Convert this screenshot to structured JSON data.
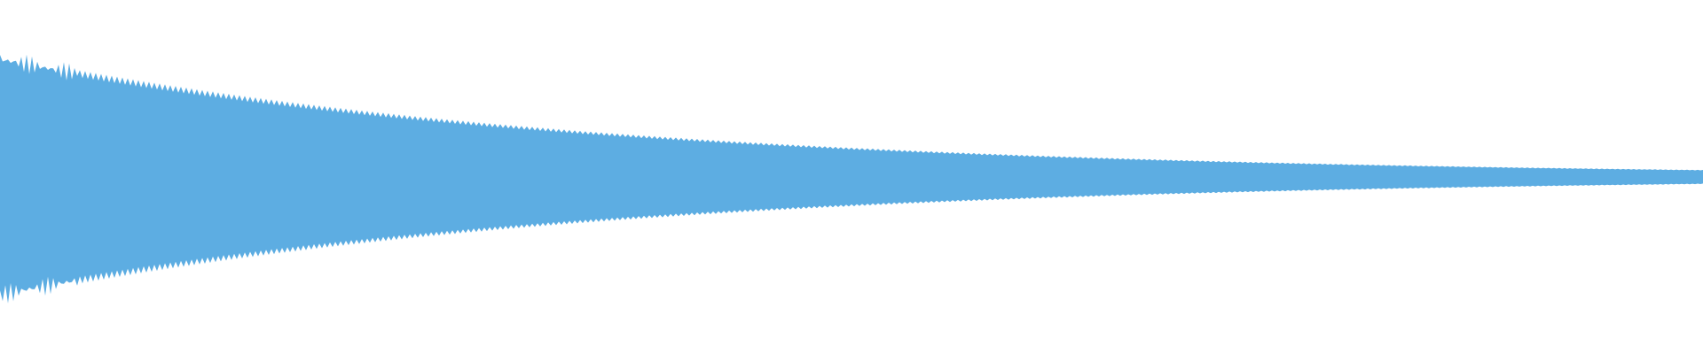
{
  "waveform": {
    "color": "#5DADE2",
    "background": "#FFFFFF",
    "peak_amplitude_start": 0.69,
    "peak_amplitude_end": 0.04,
    "decay": "exponential"
  }
}
